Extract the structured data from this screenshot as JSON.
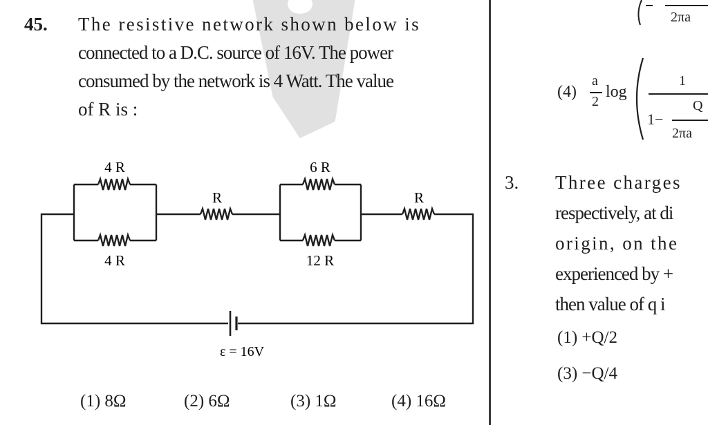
{
  "q45": {
    "number": "45.",
    "lines": [
      "The resistive network shown below is",
      "connected to a D.C. source of 16V. The power",
      "consumed by the network is 4 Watt. The value",
      "of R is :"
    ],
    "circuit": {
      "r_top_left": "4 R",
      "r_bottom_left": "4 R",
      "r_series_middle": "R",
      "r_top_right": "6 R",
      "r_bottom_right": "12 R",
      "r_series_right": "R",
      "source": "ε = 16V"
    },
    "options": [
      "(1) 8Ω",
      "(2) 6Ω",
      "(3) 1Ω",
      "(4) 16Ω"
    ]
  },
  "right": {
    "top_fragment": "2πa",
    "option4_label": "(4)",
    "option4": {
      "coef_num": "a",
      "coef_den": "2",
      "log": "log",
      "frac_num": "1",
      "inner_lead": "1−",
      "inner_num": "Q",
      "inner_den": "2πa"
    },
    "q3": {
      "number": "3.",
      "lines": [
        "Three charges",
        "respectively, at di",
        "origin, on the",
        "experienced by +",
        "then value of q i"
      ],
      "options": [
        "(1) +Q/2",
        "(3) −Q/4"
      ]
    }
  }
}
